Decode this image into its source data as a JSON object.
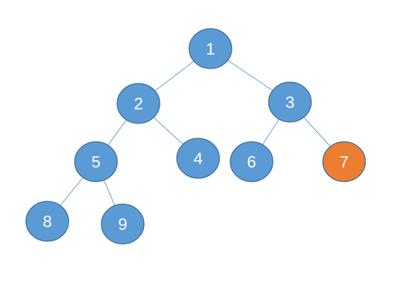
{
  "colors": {
    "node_fill": "#5b9bd5",
    "node_stroke": "#41719c",
    "highlight_fill": "#ed7d31",
    "highlight_stroke": "#ae5a21",
    "edge": "#5b9bd5",
    "label": "#ffffff"
  },
  "tree": {
    "nodes": [
      {
        "id": "1",
        "label": "1",
        "highlighted": false
      },
      {
        "id": "2",
        "label": "2",
        "highlighted": false
      },
      {
        "id": "3",
        "label": "3",
        "highlighted": false
      },
      {
        "id": "4",
        "label": "4",
        "highlighted": false
      },
      {
        "id": "5",
        "label": "5",
        "highlighted": false
      },
      {
        "id": "6",
        "label": "6",
        "highlighted": false
      },
      {
        "id": "7",
        "label": "7",
        "highlighted": true
      },
      {
        "id": "8",
        "label": "8",
        "highlighted": false
      },
      {
        "id": "9",
        "label": "9",
        "highlighted": false
      }
    ],
    "edges": [
      {
        "from": "1",
        "to": "2"
      },
      {
        "from": "1",
        "to": "3"
      },
      {
        "from": "2",
        "to": "5"
      },
      {
        "from": "2",
        "to": "4"
      },
      {
        "from": "3",
        "to": "6"
      },
      {
        "from": "3",
        "to": "7"
      },
      {
        "from": "5",
        "to": "8"
      },
      {
        "from": "5",
        "to": "9"
      }
    ]
  }
}
